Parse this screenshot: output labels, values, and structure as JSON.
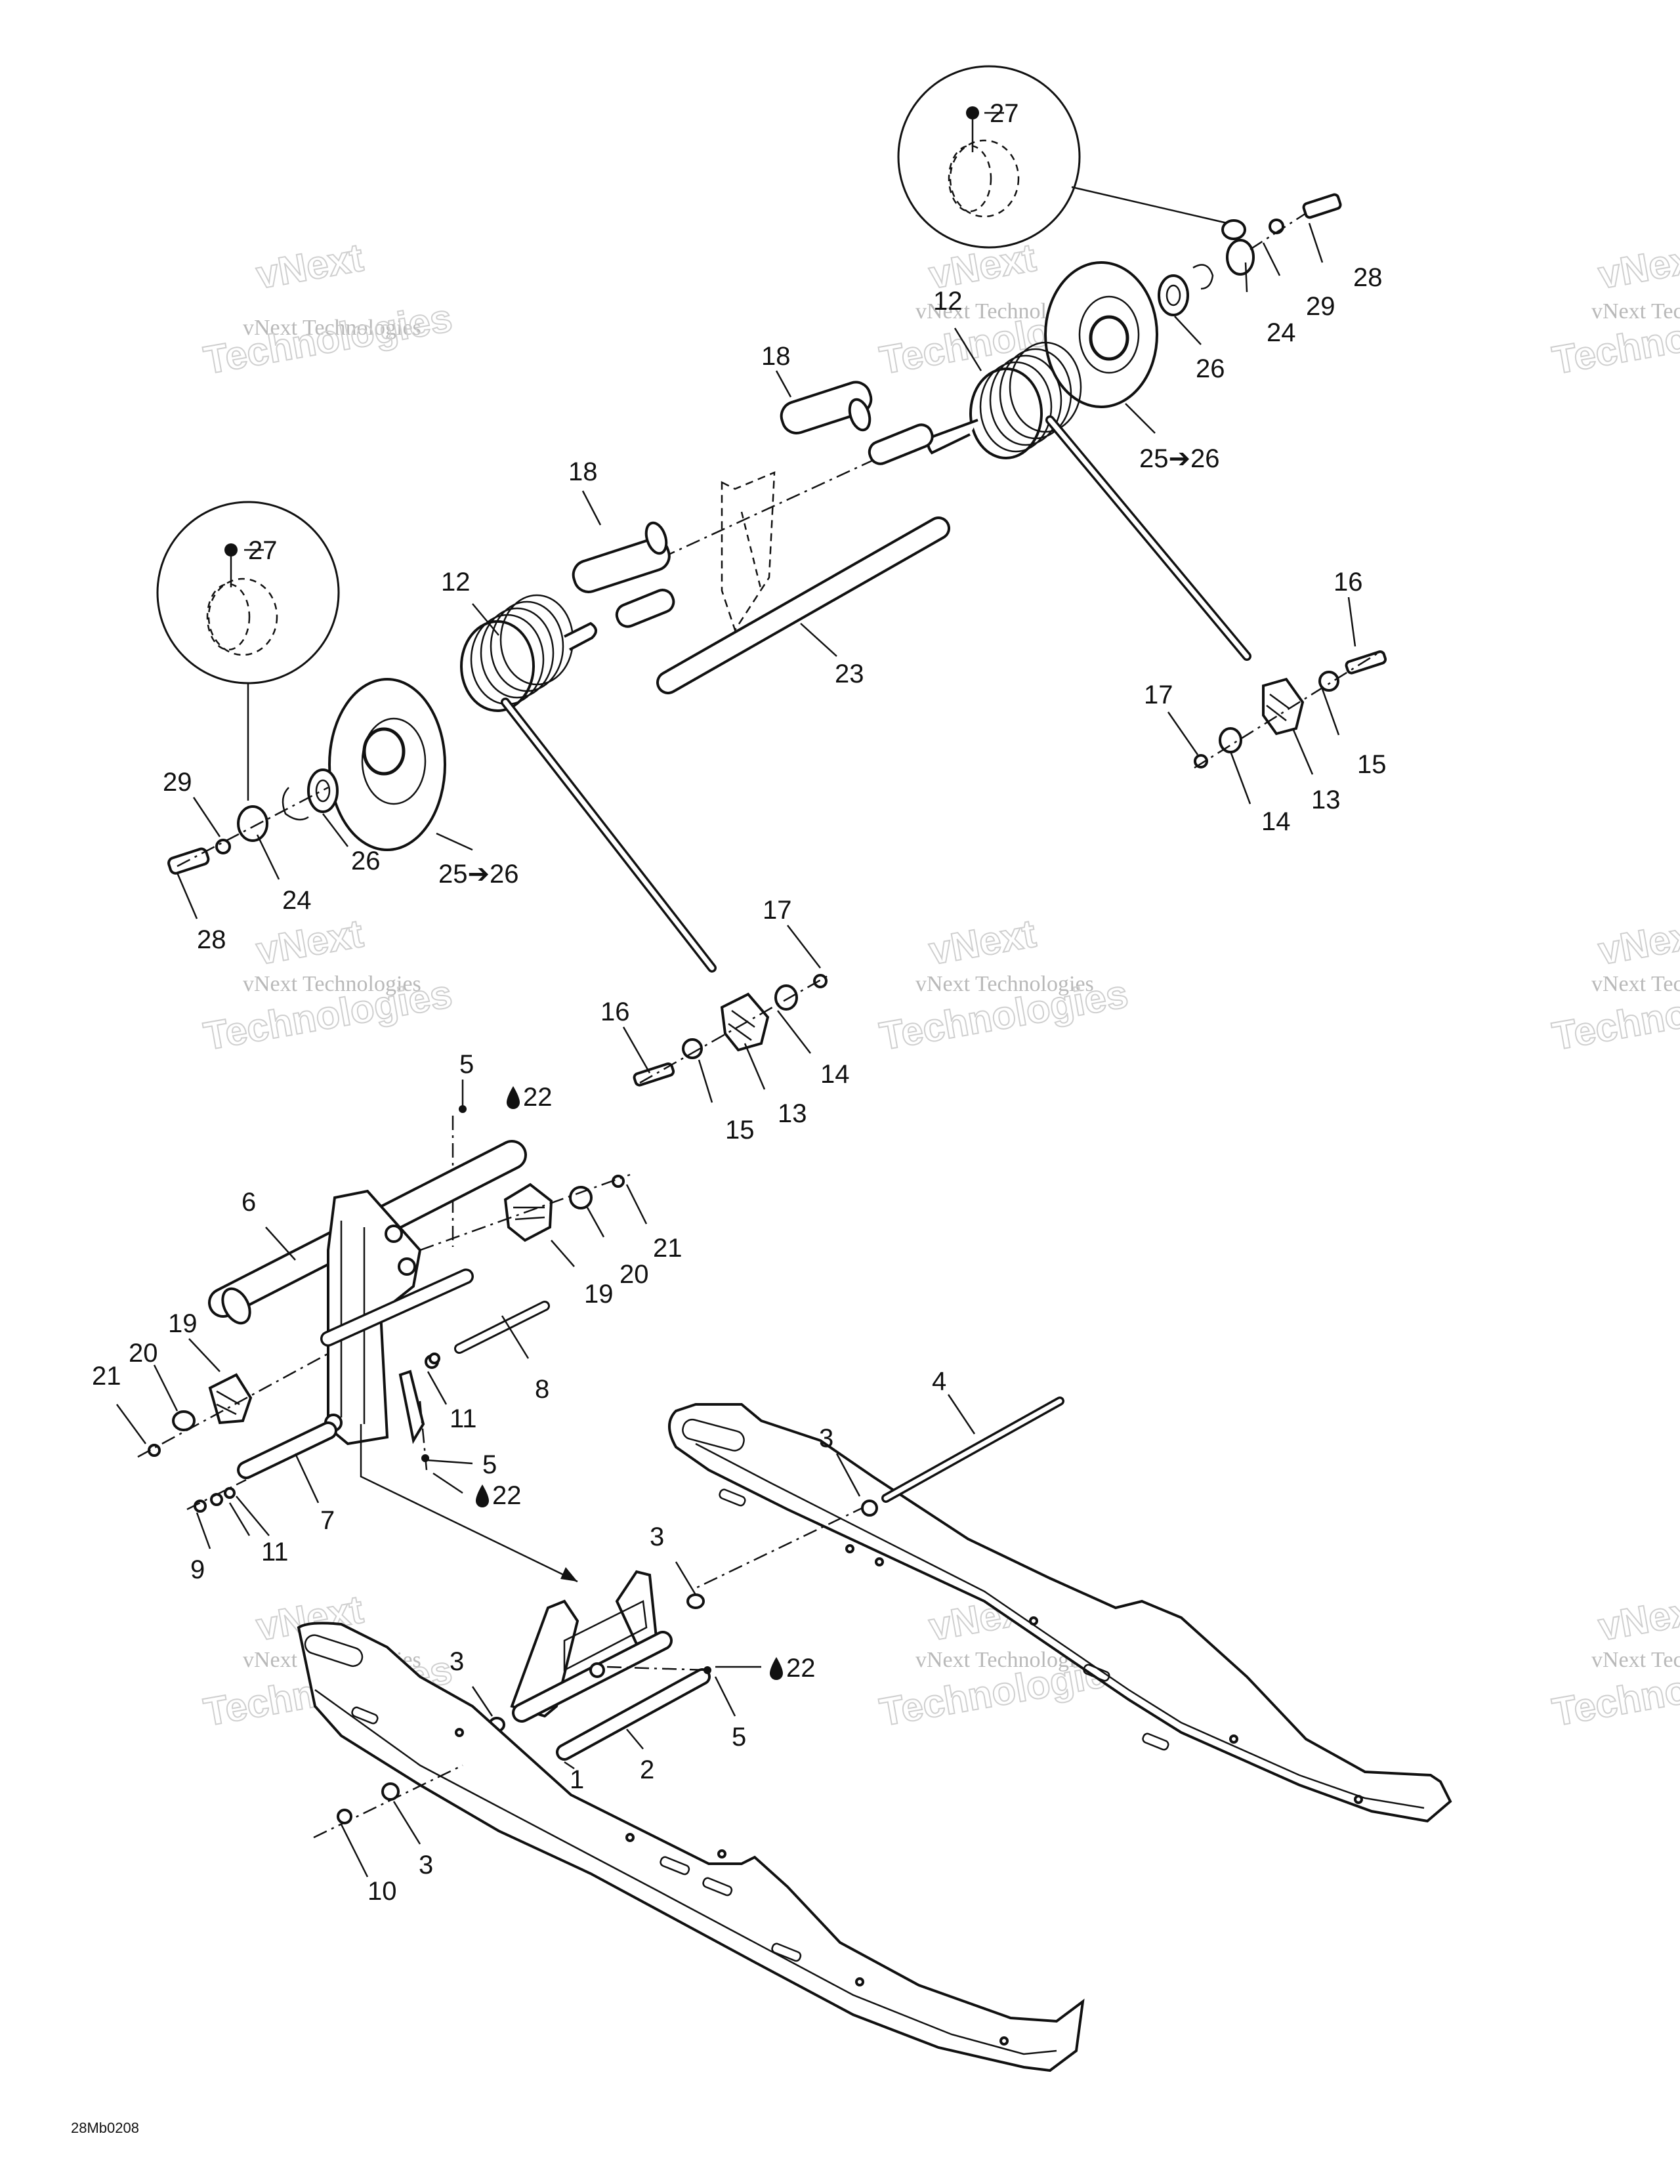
{
  "watermark": {
    "line1": "vNext Technologies",
    "line2": "Technologies",
    "line3": "vNext"
  },
  "drawing_code": "28Mb0208",
  "callouts": {
    "c27a": "27",
    "c28a": "28",
    "c29a": "29",
    "c24a": "24",
    "c26a": "26",
    "c25a": "25➔26",
    "c12a": "12",
    "c18a": "18",
    "c16a": "16",
    "c17a": "17",
    "c15a": "15",
    "c13a": "13",
    "c14a": "14",
    "c18b": "18",
    "c27b": "27",
    "c12b": "12",
    "c23": "23",
    "c29b": "29",
    "c26b": "26",
    "c24b": "24",
    "c28b": "28",
    "c25b": "25➔26",
    "c17b": "17",
    "c16b": "16",
    "c14b": "14",
    "c13b": "13",
    "c15b": "15",
    "c5a": "5",
    "c22a": "22",
    "c6": "6",
    "c21a": "21",
    "c20a": "20",
    "c19a": "19",
    "c19b": "19",
    "c20b": "20",
    "c21b": "21",
    "c8": "8",
    "c11a": "11",
    "c5b": "5",
    "c22b": "22",
    "c7": "7",
    "c9": "9",
    "c11b": "11",
    "c4": "4",
    "c3a": "3",
    "c3b": "3",
    "c3c": "3",
    "c22c": "22",
    "c5c": "5",
    "c1": "1",
    "c2": "2",
    "c3d": "3",
    "c10": "10"
  }
}
